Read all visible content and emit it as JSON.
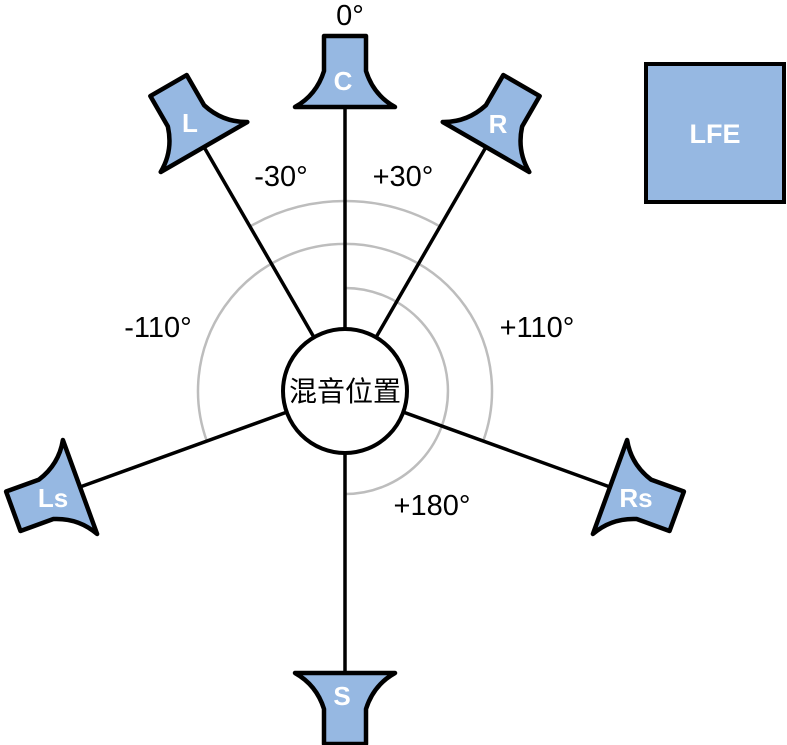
{
  "diagram": {
    "type": "5.1-surround-speaker-placement",
    "center_label": "混音位置",
    "angles": [
      {
        "label": "0°",
        "value_deg": 0
      },
      {
        "label": "-30°",
        "value_deg": -30
      },
      {
        "label": "+30°",
        "value_deg": 30
      },
      {
        "label": "-110°",
        "value_deg": -110
      },
      {
        "label": "+110°",
        "value_deg": 110
      },
      {
        "label": "+180°",
        "value_deg": 180
      }
    ],
    "speakers": [
      {
        "id": "C",
        "label": "C",
        "angle_deg": 0
      },
      {
        "id": "L",
        "label": "L",
        "angle_deg": -30
      },
      {
        "id": "R",
        "label": "R",
        "angle_deg": 30
      },
      {
        "id": "Ls",
        "label": "Ls",
        "angle_deg": -110
      },
      {
        "id": "Rs",
        "label": "Rs",
        "angle_deg": 110
      },
      {
        "id": "S",
        "label": "S",
        "angle_deg": 180
      }
    ],
    "lfe": {
      "label": "LFE"
    },
    "arcs": [
      {
        "from_deg": -30,
        "to_deg": 30
      },
      {
        "from_deg": -110,
        "to_deg": 110
      },
      {
        "from_deg": 0,
        "to_deg": 180
      }
    ],
    "colors": {
      "speaker_fill": "#96b8e2",
      "outline": "#000000",
      "arc": "#bdbdbd",
      "speaker_label": "#ffffff",
      "text": "#000000",
      "background": "#ffffff"
    }
  }
}
